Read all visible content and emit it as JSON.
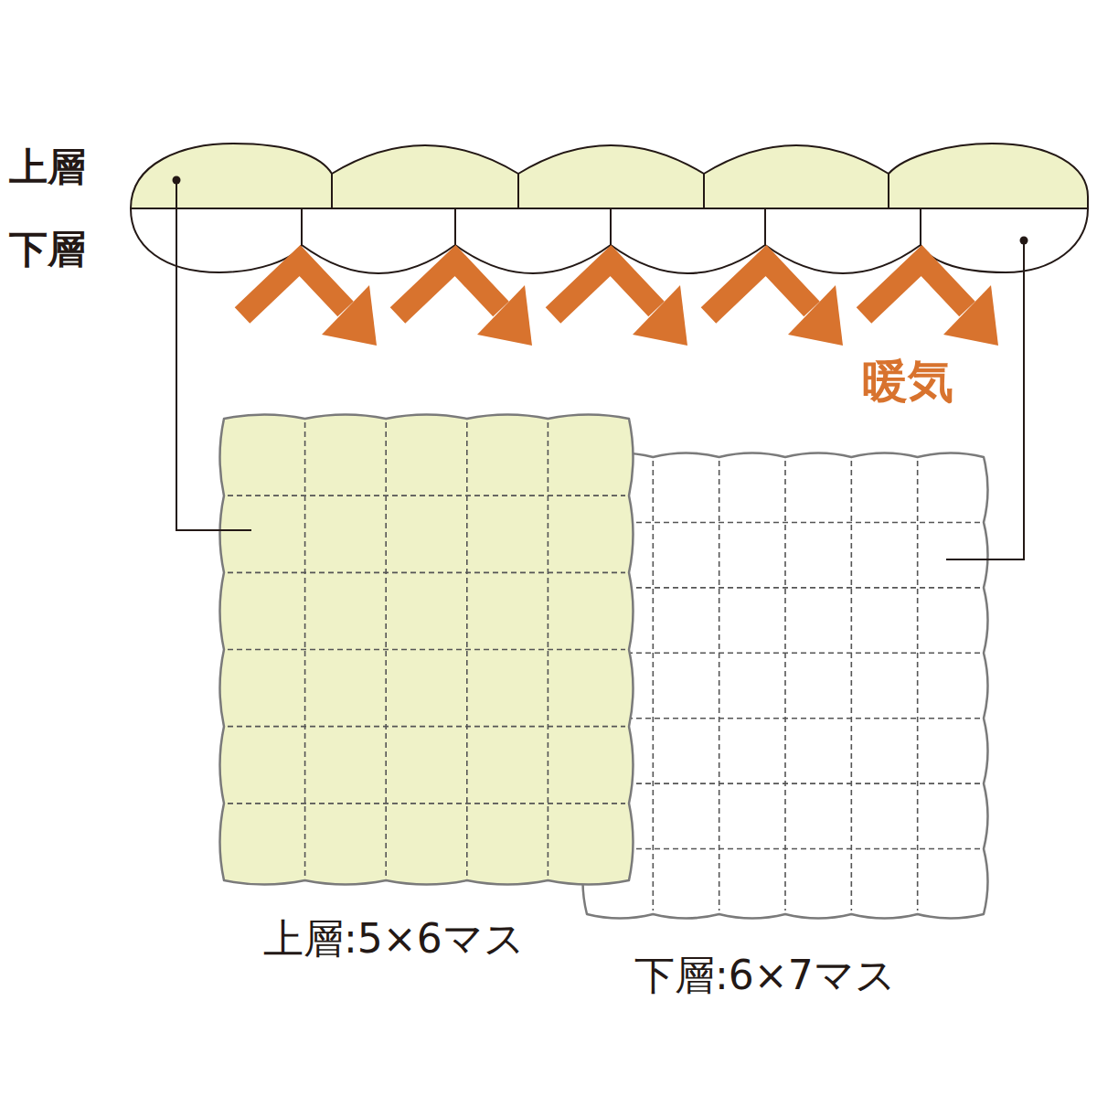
{
  "diagram": {
    "labels": [
      "上層",
      "下層",
      "暖気",
      "上層:5×6マス",
      "下層:6×7マス"
    ]
  }
}
